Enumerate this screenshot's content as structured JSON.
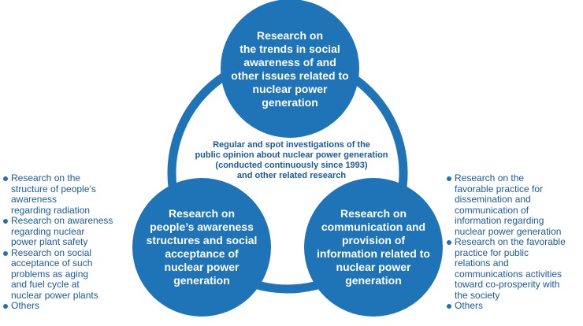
{
  "colors": {
    "circle_fill": "#1f74b8",
    "ring_stroke": "#1f74b8",
    "center_text": "#1a5a9c",
    "list_text": "#1a5a9c",
    "bullet": "#1f74b8"
  },
  "circles": {
    "top": "Research on\nthe trends in social\nawareness of and\nother issues related to\nnuclear power\ngeneration",
    "left": "Research on\npeople’s awareness\nstructures and social\nacceptance of\nnuclear power\ngeneration",
    "right": "Research on\ncommunication and\nprovision of\ninformation related to\nnuclear power\ngeneration"
  },
  "center_text": "Regular and spot investigations of the\npublic opinion about nuclear power generation\n(conducted continuously since 1993)\nand other related research",
  "left_list": [
    "Research on the\nstructure of people’s\nawareness\nregarding radiation",
    "Research on awareness\nregarding nuclear\npower plant safety",
    "Research on social\nacceptance of such\nproblems as aging\nand fuel cycle at\nnuclear power plants",
    "Others"
  ],
  "right_list": [
    "Research on the\nfavorable practice for\ndissemination and\ncommunication of\ninformation regarding\nnuclear power generation",
    "Research on the favorable\npractice for public\nrelations and\ncommunications activities\ntoward co-prosperity with\nthe society",
    "Others"
  ]
}
